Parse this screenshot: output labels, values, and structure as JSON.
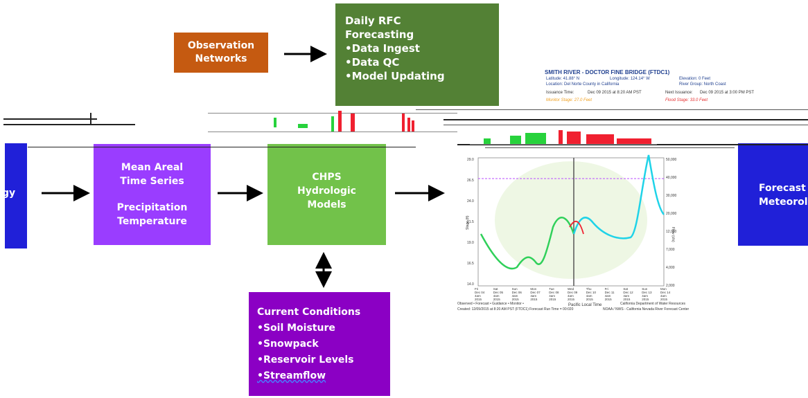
{
  "boxes": {
    "observation": {
      "label": "Observation Networks",
      "color": "#c55a11"
    },
    "daily_rfc": {
      "title": "Daily RFC Forecasting",
      "items": [
        "•Data Ingest",
        "•Data QC",
        "•Model Updating"
      ],
      "color": "#538135"
    },
    "left_partial": {
      "label": "gy",
      "color": "#2020d8"
    },
    "mean_areal": {
      "title": "Mean Areal Time Series",
      "items": [
        "Precipitation",
        "Temperature"
      ],
      "color": "#9a3dff"
    },
    "chps": {
      "label": "CHPS Hydrologic Models",
      "color": "#72c24a"
    },
    "current": {
      "title": "Current Conditions",
      "items": [
        "•Soil Moisture",
        "•Snowpack",
        "•Reservoir Levels",
        "•Streamflow"
      ],
      "color": "#8b00c4"
    },
    "forecast_met": {
      "label": "Forecast Meteorolo",
      "color": "#2020d8"
    }
  },
  "hydrograph": {
    "header": {
      "title": "SMITH RIVER - DOCTOR FINE BRIDGE (FTDC1)",
      "latitude": "Latitude: 41.88° N",
      "longitude": "Longitude: 124.14° W",
      "elevation": "Elevation: 0 Feet",
      "location": "Location: Del Norte County in California",
      "river_group": "River Group: North Coast",
      "issuance_label": "Issuance Time:",
      "issuance_value": "Dec 09 2015 at 8:20 AM PST",
      "next_label": "Next Issuance:",
      "next_value": "Dec 09 2015 at 3:00 PM PST",
      "monitor_stage": "Monitor Stage: 27.0 Feet",
      "flood_stage": "Flood Stage: 33.0 Feet"
    },
    "y_left_label": "Stage (ft)",
    "y_right_label": "Flow (cfs)",
    "y_left_ticks": [
      "29.0",
      "26.5",
      "24.0",
      "21.5",
      "19.0",
      "16.5",
      "14.0"
    ],
    "y_right_ticks": [
      "50,000",
      "40,000",
      "30,000",
      "20,000",
      "12,000",
      "7,000",
      "4,000",
      "2,000"
    ],
    "x_ticks": [
      [
        "Fri",
        "Dec 04",
        "4am",
        "2015"
      ],
      [
        "Sat",
        "Dec 05",
        "4am",
        "2015"
      ],
      [
        "Sun",
        "Dec 06",
        "4am",
        "2015"
      ],
      [
        "Mon",
        "Dec 07",
        "4am",
        "2015"
      ],
      [
        "Tue",
        "Dec 08",
        "4am",
        "2015"
      ],
      [
        "Wed",
        "Dec 09",
        "4am",
        "2015"
      ],
      [
        "Thu",
        "Dec 10",
        "4am",
        "2015"
      ],
      [
        "Fri",
        "Dec 11",
        "4am",
        "2015"
      ],
      [
        "Sat",
        "Dec 12",
        "4am",
        "2015"
      ],
      [
        "Sun",
        "Dec 13",
        "4am",
        "2015"
      ],
      [
        "Mon",
        "Dec 14",
        "4am",
        "2015"
      ]
    ],
    "x_label": "Pacific Local Time",
    "legend": "Observed  •  Forecast  •  Guidance  •  Monitor  •",
    "footer_left": "Created: 12/09/2015 at 8:20 AM PST  (FTDC1) Forecast Run Time = 00:020",
    "footer_right_1": "California Department of Water Resources",
    "footer_right_2": "NOAA / NWS - California Nevada River Forecast Center"
  }
}
